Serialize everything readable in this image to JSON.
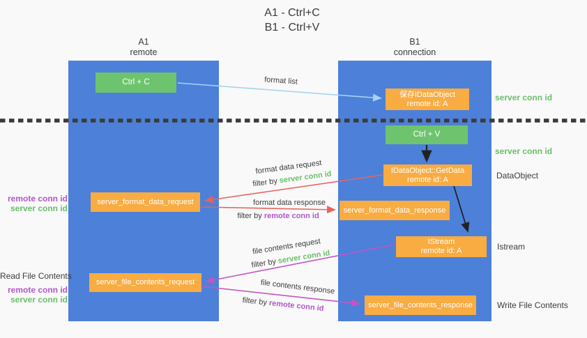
{
  "title": {
    "line1": "A1 - Ctrl+C",
    "line2": "B1 - Ctrl+V"
  },
  "lanes": {
    "a1": {
      "header_line1": "A1",
      "header_line2": "remote"
    },
    "b1": {
      "header_line1": "B1",
      "header_line2": "connection"
    }
  },
  "nodes": {
    "ctrl_c": "Ctrl + C",
    "ctrl_v": "Ctrl + V",
    "save_idataobject_line1": "保存IDataObject",
    "save_idataobject_line2": "remote id: A",
    "getdata_line1": "IDataObject::GetData",
    "getdata_line2": "remote id: A",
    "istream_line1": "IStream",
    "istream_line2": "remote id: A",
    "server_format_data_request": "server_format_data_request",
    "server_format_data_response": "server_format_data_response",
    "server_file_contents_request": "server_file_contents_request",
    "server_file_contents_response": "server_file_contents_response"
  },
  "side_labels": {
    "right_server_conn_id_top": "server conn id",
    "right_server_conn_id_mid": "server conn id",
    "dataobject": "DataObject",
    "istream": "Istream",
    "write_file_contents": "Write File Contents",
    "read_file_contents": "Read File Contents",
    "left_remote_conn_id_top": "remote conn id",
    "left_server_conn_id_top": "server conn id",
    "left_remote_conn_id_bottom": "remote conn id",
    "left_server_conn_id_bottom": "server conn id"
  },
  "arrow_labels": {
    "format_list": "format list",
    "format_data_request": "format data request",
    "format_data_request_filter_prefix": "filter by ",
    "format_data_request_filter_key": "server conn id",
    "format_data_response": "format data response",
    "format_data_response_filter_prefix": "filter by ",
    "format_data_response_filter_key": "remote conn id",
    "file_contents_request": "file contents request",
    "file_contents_request_filter_prefix": "filter by ",
    "file_contents_request_filter_key": "server conn id",
    "file_contents_response": "file contents response",
    "file_contents_response_filter_prefix": "filter by ",
    "file_contents_response_filter_key": "remote conn id"
  },
  "colors": {
    "lane_blue": "#4d80d8",
    "node_green": "#6ec46e",
    "node_orange": "#f8ac42",
    "arrow_light_blue": "#a6d2f0",
    "arrow_red": "#e8635c",
    "arrow_magenta": "#c355c3",
    "arrow_black": "#222222",
    "text_green": "#6abf69",
    "text_purple": "#b157c9",
    "text_dark": "#3c3c3c",
    "background": "#f9f9f9"
  }
}
